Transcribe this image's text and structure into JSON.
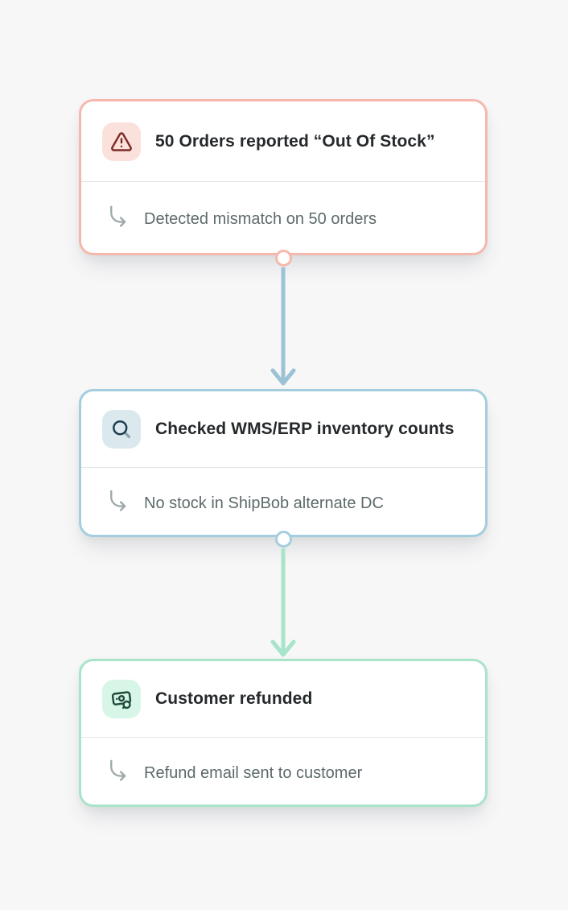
{
  "canvas": {
    "background": "#f7f7f8",
    "title_color": "#26292b",
    "subtitle_color": "#5d6a6b"
  },
  "flow": {
    "nodes": [
      {
        "title": "50 Orders reported “Out Of Stock”",
        "subtitle": "Detected mismatch on 50 orders",
        "icon": "alert-triangle-icon",
        "accent_border": "#f6b8ad",
        "icon_bg": "#fbe1db",
        "icon_color": "#7c2d27"
      },
      {
        "title": "Checked WMS/ERP inventory counts",
        "subtitle": "No stock in ShipBob alternate DC",
        "icon": "search-icon",
        "accent_border": "#a4cede",
        "icon_bg": "#dbe9ef",
        "icon_color": "#1c3b4d"
      },
      {
        "title": "Customer refunded",
        "subtitle": "Refund email sent to customer",
        "icon": "banknote-refund-icon",
        "accent_border": "#a8e4c9",
        "icon_bg": "#d8f6e8",
        "icon_color": "#1f4b3a"
      }
    ],
    "connectors": [
      {
        "from": "node-1",
        "to": "node-2",
        "line_color": "#9cc2d6",
        "port_border_color": "#f6b8ad"
      },
      {
        "from": "node-2",
        "to": "node-3",
        "line_color": "#a8e4c9",
        "port_border_color": "#a4cede"
      }
    ]
  }
}
